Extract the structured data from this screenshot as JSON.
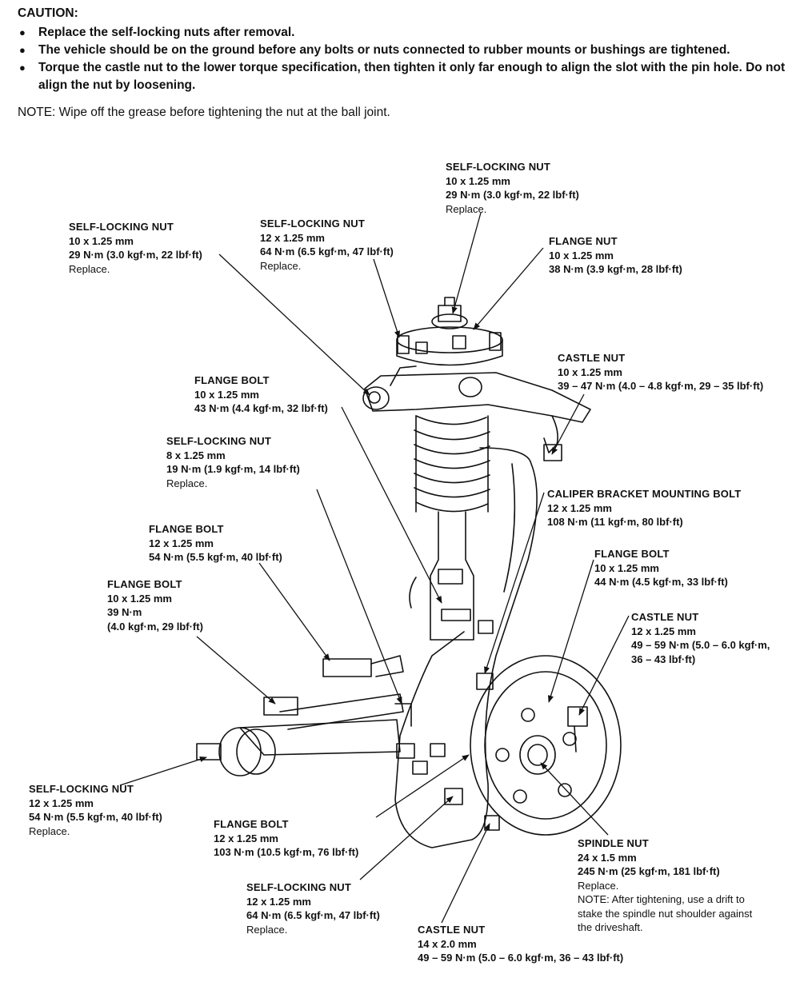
{
  "caution": {
    "title": "CAUTION:",
    "items": [
      "Replace the self-locking nuts after removal.",
      "The vehicle should be on the ground before any bolts or nuts connected to rubber mounts or bushings are tightened.",
      "Torque the castle nut to the lower torque specification, then tighten it only far enough to align the slot with the pin hole. Do not align the nut by loosening."
    ]
  },
  "note": "NOTE:  Wipe off the grease before tightening the nut at the ball joint.",
  "callouts": {
    "c1": {
      "title": "SELF-LOCKING NUT",
      "size": "10 x 1.25 mm",
      "torque": "29 N·m (3.0 kgf·m, 22 lbf·ft)",
      "replace": "Replace."
    },
    "c2": {
      "title": "SELF-LOCKING NUT",
      "size": "10 x 1.25 mm",
      "torque": "29 N·m (3.0 kgf·m, 22 lbf·ft)",
      "replace": "Replace."
    },
    "c3": {
      "title": "SELF-LOCKING NUT",
      "size": "12 x 1.25 mm",
      "torque": "64 N·m (6.5 kgf·m, 47 lbf·ft)",
      "replace": "Replace."
    },
    "c4": {
      "title": "FLANGE NUT",
      "size": "10 x 1.25 mm",
      "torque": "38 N·m (3.9 kgf·m, 28 lbf·ft)"
    },
    "c5": {
      "title": "CASTLE NUT",
      "size": "10 x 1.25 mm",
      "torque": "39 – 47 N·m (4.0 – 4.8 kgf·m, 29 – 35 lbf·ft)"
    },
    "c6": {
      "title": "FLANGE BOLT",
      "size": "10 x 1.25 mm",
      "torque": "43 N·m (4.4 kgf·m, 32 lbf·ft)"
    },
    "c7": {
      "title": "SELF-LOCKING NUT",
      "size": "8 x 1.25 mm",
      "torque": "19 N·m (1.9 kgf·m, 14 lbf·ft)",
      "replace": "Replace."
    },
    "c8": {
      "title": "CALIPER BRACKET MOUNTING BOLT",
      "size": "12 x 1.25 mm",
      "torque": "108 N·m (11 kgf·m, 80 lbf·ft)"
    },
    "c9": {
      "title": "FLANGE BOLT",
      "size": "12 x 1.25 mm",
      "torque": "54 N·m (5.5 kgf·m, 40 lbf·ft)"
    },
    "c10": {
      "title": "FLANGE BOLT",
      "size": "10 x 1.25 mm",
      "torque": "44 N·m (4.5 kgf·m, 33 lbf·ft)"
    },
    "c11": {
      "title": "FLANGE BOLT",
      "size": "10 x 1.25 mm",
      "torque": "39 N·m",
      "torque2": "(4.0 kgf·m, 29 lbf·ft)"
    },
    "c12": {
      "title": "CASTLE NUT",
      "size": "12 x 1.25 mm",
      "torque": "49 – 59 N·m (5.0 – 6.0 kgf·m,",
      "torque2": "36 – 43 lbf·ft)"
    },
    "c13": {
      "title": "SELF-LOCKING NUT",
      "size": "12 x 1.25 mm",
      "torque": "54 N·m (5.5 kgf·m, 40 lbf·ft)",
      "replace": "Replace."
    },
    "c14": {
      "title": "FLANGE BOLT",
      "size": "12 x 1.25 mm",
      "torque": "103 N·m (10.5 kgf·m, 76 lbf·ft)"
    },
    "c15": {
      "title": "SPINDLE NUT",
      "size": "24 x 1.5 mm",
      "torque": "245 N·m (25 kgf·m, 181 lbf·ft)",
      "replace": "Replace.",
      "note1": "NOTE:  After tightening, use a drift to",
      "note2": "stake the spindle nut shoulder against",
      "note3": "the driveshaft."
    },
    "c16": {
      "title": "SELF-LOCKING NUT",
      "size": "12 x 1.25 mm",
      "torque": "64 N·m (6.5 kgf·m, 47 lbf·ft)",
      "replace": "Replace."
    },
    "c17": {
      "title": "CASTLE NUT",
      "size": "14 x 2.0 mm",
      "torque": "49 – 59 N·m (5.0 – 6.0 kgf·m, 36 – 43 lbf·ft)"
    }
  }
}
